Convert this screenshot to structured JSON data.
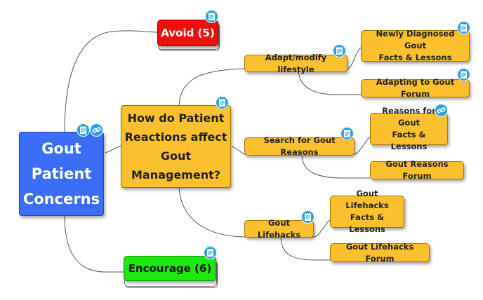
{
  "root": {
    "lines": [
      "Gout",
      "Patient",
      "Concerns"
    ]
  },
  "avoid": {
    "label": "Avoid (5)"
  },
  "encourage": {
    "label": "Encourage (6)"
  },
  "central": {
    "lines": [
      "How do Patient",
      "Reactions affect",
      "Gout",
      "Management?"
    ]
  },
  "branches": {
    "lifestyle": "Adapt/modify lifestyle",
    "reasons": "Search for Gout Reasons",
    "lifehacks": "Gout Lifehacks"
  },
  "leaves": {
    "newly_diagnosed": [
      "Newly Diagnosed Gout",
      "Facts & Lessons"
    ],
    "adapting_forum": "Adapting to Gout Forum",
    "reasons_facts": [
      "Reasons for Gout",
      "Facts & Lessons"
    ],
    "reasons_forum": "Gout Reasons Forum",
    "lifehacks_facts": [
      "Gout Lifehacks",
      "Facts & Lessons"
    ],
    "lifehacks_forum": "Gout Lifehacks Forum"
  },
  "icons": {
    "note": "note-icon",
    "link": "link-icon"
  },
  "colors": {
    "root": "#3b6ef5",
    "central": "#fbc02d",
    "avoid": "#f00f0f",
    "encourage": "#1ce80f",
    "leaf": "#fbc02d",
    "badge": "#29a3df",
    "connector": "#555555"
  }
}
